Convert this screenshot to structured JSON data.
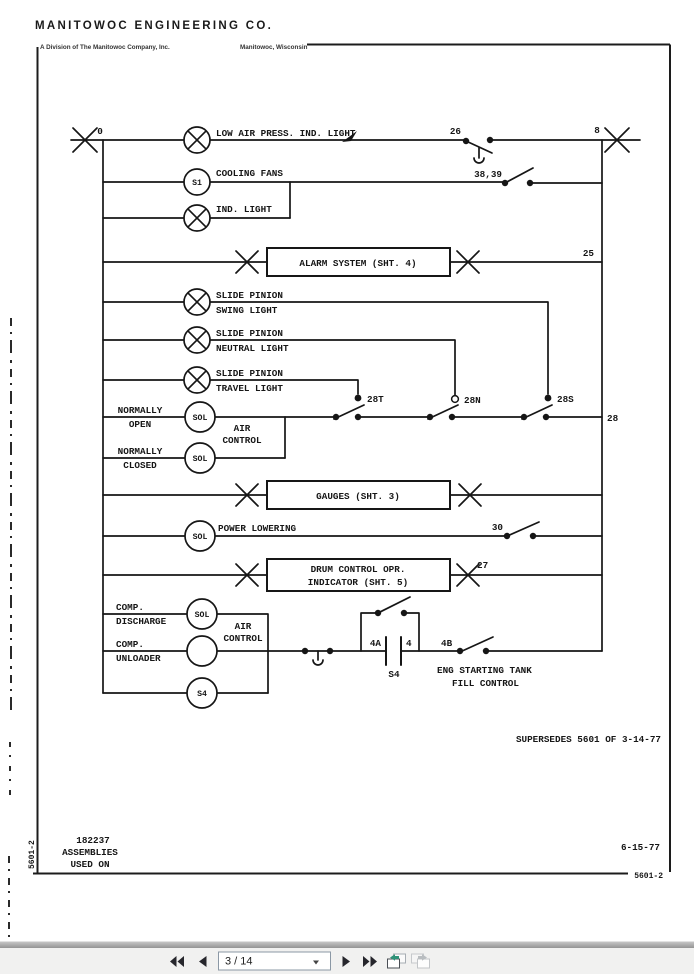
{
  "header": {
    "company": "MANITOWOC ENGINEERING CO.",
    "division": "A Division of The Manitowoc Company, Inc.",
    "location": "Manitowoc, Wisconsin"
  },
  "schematic": {
    "rail_left": "0",
    "rail_right": "8",
    "low_air_label": "LOW AIR PRESS. IND. LIGHT",
    "n26": "26",
    "n38_39": "38,39",
    "s1": "S1",
    "cooling_fans": "COOLING FANS",
    "ind_light": "IND. LIGHT",
    "alarm_box": "ALARM SYSTEM (SHT. 4)",
    "n25": "25",
    "slide_pinion": "SLIDE PINION",
    "swing_light": "SWING LIGHT",
    "neutral_light": "NEUTRAL LIGHT",
    "travel_light": "TRAVEL LIGHT",
    "n28t": "28T",
    "n28n": "28N",
    "n28s": "28S",
    "n28": "28",
    "normally": "NORMALLY",
    "open": "OPEN",
    "closed": "CLOSED",
    "sol": "SOL",
    "air": "AIR",
    "control": "CONTROL",
    "gauges_box": "GAUGES (SHT. 3)",
    "power_lowering": "POWER LOWERING",
    "n30": "30",
    "drum_box_line1": "DRUM CONTROL OPR.",
    "drum_box_line2": "INDICATOR (SHT. 5)",
    "n27": "27",
    "comp": "COMP.",
    "discharge": "DISCHARGE",
    "unloader": "UNLOADER",
    "s4": "S4",
    "n4a": "4A",
    "n4": "4",
    "n4b": "4B",
    "eng_tank_line1": "ENG STARTING TANK",
    "eng_tank_line2": "FILL CONTROL",
    "supersedes": "SUPERSEDES 5601 OF 3-14-77"
  },
  "footer": {
    "part_no": "182237",
    "assemblies": "ASSEMBLIES",
    "used_on": "USED ON",
    "date": "6-15-77",
    "doc_no": "5601-2"
  },
  "toolbar": {
    "page_indicator": "3 / 14",
    "icons": {
      "first_page": "double-left-triangle",
      "previous_page": "left-triangle",
      "page_dropdown": "caret-down",
      "next_page": "right-triangle",
      "last_page": "double-right-triangle",
      "previous_view": "window-with-green-back-arrow",
      "next_view": "window-with-forward-arrow-disabled"
    },
    "colors": {
      "ink": "#161616",
      "toolbar_bg": "#f1f1f0",
      "divider": "#9e9e9e",
      "view_arrow_green": "#2e9277",
      "nav_icon": "#26262c"
    }
  }
}
